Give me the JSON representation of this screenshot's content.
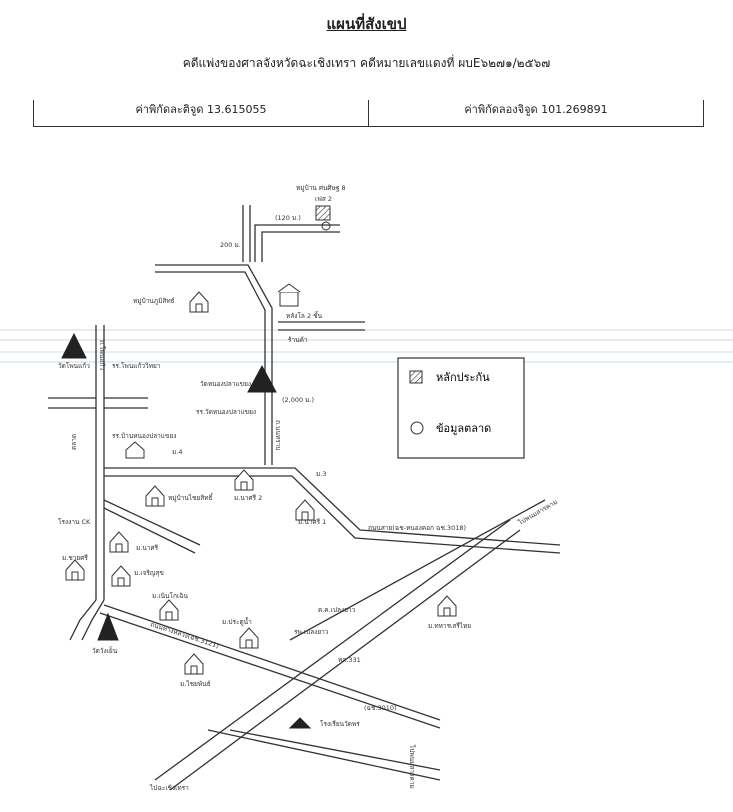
{
  "header": {
    "title": "แผนที่สังเขป",
    "subtitle": "คดีแพ่งของศาลจังหวัดฉะเชิงเทรา  คดีหมายเลขแดงที่  ผบE๖๒๗๑/๒๕๖๗"
  },
  "coords": {
    "lat": "ค่าพิกัดละติจูด 13.615055",
    "lng": "ค่าพิกัดลองจิจูด 101.269891"
  },
  "legend": {
    "collateral": "หลักประกัน",
    "market_data": "ข้อมูลตลาด"
  },
  "labels": {
    "village_top": "หมู่บ้าน ศนศิษฐ 8",
    "phase": "เฟส 2",
    "dist_120": "(120 ม.)",
    "dist_200": "200 ม.",
    "village_phumisit": "หมู่บ้านภูมิสิทธ์",
    "lotus": "หลังโล 2 ชั้น",
    "shop": "ร้านค้า",
    "wat_khaokaew": "วัดโพนแก้ว",
    "road_side": "ถ.โพนแก้ว",
    "school_khaokaew": "รร.โพนแก้ววิทยา",
    "wat_nongpla": "วัดหนองปลาแขยง",
    "school_nongpla": "รร.วัดหนองปลาแขยง",
    "dist_2000": "(2,000 ม.)",
    "road_mid": "ถ.นนทราบ",
    "school_nongpla2": "รร.บ้านหนองปลาแขยง",
    "mu4": "ม.4",
    "mu3": "ม.3",
    "market_box": "ตลาด",
    "village_chai": "หมู่บ้านไชยสิทธิ์",
    "village_nasri": "ม.นาศรี 2",
    "village_nasri2": "ม.นาศรี 1",
    "road_main": "ถนนสาย(ฉช-หนองคอก ฉช.3018)",
    "road_right": "ไปพนมสารคาม",
    "factory": "โรงงาน CK",
    "village_chaisri": "ม.ชายศรี",
    "village_nasri3": "ม.นาศรี",
    "village_charoen": "ม.เจริญสุข",
    "village_noen": "ม.เนินโกเฉิน",
    "village_pratuan": "ม.ประตูน้ำ",
    "police": "ต.ค.เปลงยาว",
    "hospital": "รพ.เปลงยาว",
    "village_rim": "ม.ทหารเสรีไทย",
    "road_diag": "ถนนทางหลวง(ฉช.3121)",
    "wat_bottom": "วัดวังเย็น",
    "village_chai2": "ม.ไชยพันธ์",
    "highway": "ทล.331",
    "road_3010": "(ฉช.3010)",
    "wat_right": "โรงเรียนวัดพร",
    "road_bottom_r": "ไปพนมสารคาม",
    "road_bottom_l": "ไปฉะเชิงเทรา"
  }
}
